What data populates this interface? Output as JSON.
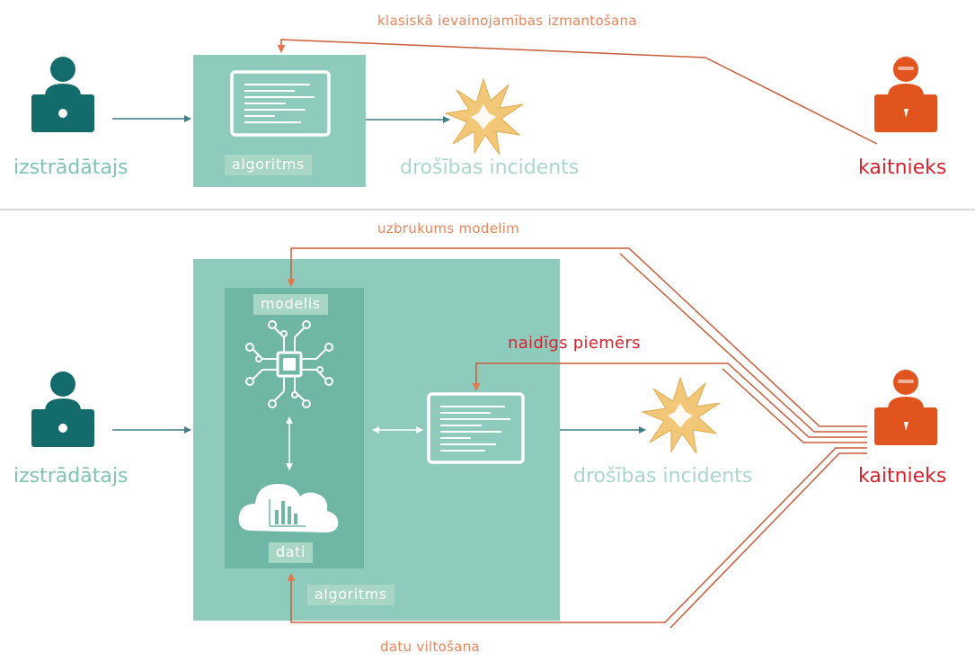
{
  "top": {
    "developer_label": "izstrādātajs",
    "algorithm_label": "algoritms",
    "incident_label": "drošības incidents",
    "attacker_label": "kaitnieks",
    "attack_label": "klasiskā ievainojamības izmantošana"
  },
  "bottom": {
    "developer_label": "izstrādātajs",
    "model_label": "modelis",
    "data_label": "dati",
    "algorithm_label": "algoritms",
    "incident_label": "drošības incidents",
    "attacker_label": "kaitnieks",
    "model_attack_label": "uzbrukums modelim",
    "adversarial_label": "naidīgs piemērs",
    "data_poison_label": "datu viltošana"
  },
  "colors": {
    "developer": "#136c6b",
    "attacker": "#e2541e",
    "attack_line": "#e07a4e",
    "box": "#8fcbbd",
    "inner_box": "#6fb6a5",
    "burst": "#f2c878"
  },
  "icons": [
    "developer-icon",
    "attacker-icon",
    "code-window-icon",
    "burst-icon",
    "neural-chip-icon",
    "cloud-chart-icon"
  ]
}
